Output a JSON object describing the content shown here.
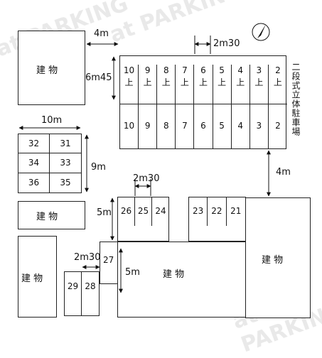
{
  "watermark": "at PARKING",
  "building_label": "建 物",
  "dimensions": {
    "gap_top": "4m",
    "slot_width_top": "2m30",
    "stack_depth": "6m45",
    "block_width": "10m",
    "block_depth": "9m",
    "gap_right": "4m",
    "slot_width_mid": "2m30",
    "mid_depth": "5m",
    "slot_width_low": "2m30",
    "low_depth": "5m"
  },
  "tower": {
    "label": "二段式立体駐車場",
    "upper": [
      "10\n上",
      "9\n上",
      "8\n上",
      "7\n上",
      "6\n上",
      "5\n上",
      "4\n上",
      "3\n上",
      "2\n上"
    ],
    "lower": [
      "10",
      "9",
      "8",
      "7",
      "6",
      "5",
      "4",
      "3",
      "2"
    ]
  },
  "block": [
    "32",
    "31",
    "34",
    "33",
    "36",
    "35"
  ],
  "mid_row": [
    "26",
    "25",
    "24",
    "23",
    "22",
    "21"
  ],
  "slot27": "27",
  "low_row": [
    "29",
    "28"
  ],
  "north_icon": "north-arrow-icon"
}
